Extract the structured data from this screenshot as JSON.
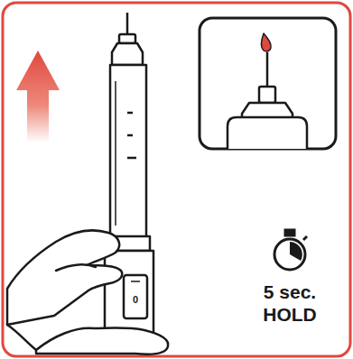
{
  "diagram": {
    "labels": [
      "5 sec.",
      "HOLD",
      "0"
    ]
  }
}
